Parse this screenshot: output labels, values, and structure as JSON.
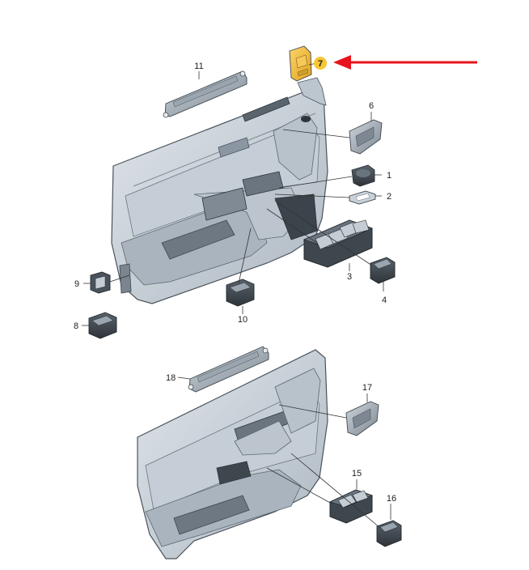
{
  "diagram": {
    "parts": [
      "1",
      "2",
      "3",
      "4",
      "6",
      "7",
      "8",
      "9",
      "10",
      "11",
      "15",
      "16",
      "17",
      "18"
    ],
    "highlighted_part": "7",
    "colors": {
      "panel_light": "#d3dae1",
      "panel_mid": "#b4bec8",
      "panel_dark": "#8f9aa5",
      "panel_edge": "#4a535c",
      "switch_dark": "#3d4349",
      "highlight_fill": "#f2b533",
      "highlight_badge": "#f7c633",
      "arrow": "#e8141b",
      "leader": "#333333"
    }
  }
}
